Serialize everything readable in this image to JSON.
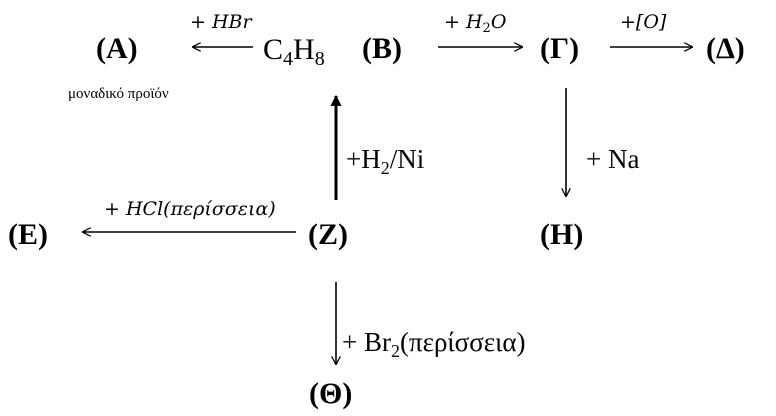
{
  "nodes": {
    "A": "(A)",
    "B": "(B)",
    "G": "(Γ)",
    "D": "(Δ)",
    "E": "(E)",
    "Z": "(Z)",
    "H": "(H)",
    "Th": "(Θ)"
  },
  "compound_B": {
    "c": "C",
    "c_sub": "4",
    "h": "H",
    "h_sub": "8"
  },
  "note_A": "μοναδικό προϊόν",
  "reagents": {
    "hbr": {
      "plus": "+ ",
      "text": "HBr"
    },
    "h2o": {
      "plus": "+ ",
      "h": "H",
      "sub": "2",
      "o": "O"
    },
    "oxid": {
      "text": "+[O]"
    },
    "hcl": {
      "plus": "+ ",
      "text": "HCl(περίσσεια)"
    },
    "h2ni": {
      "pre": "+H",
      "sub": "2",
      "post": "/Ni"
    },
    "na": {
      "text": "+ Na"
    },
    "br2": {
      "pre": "+ Br",
      "sub": "2",
      "post": "(περίσσεια)"
    }
  }
}
